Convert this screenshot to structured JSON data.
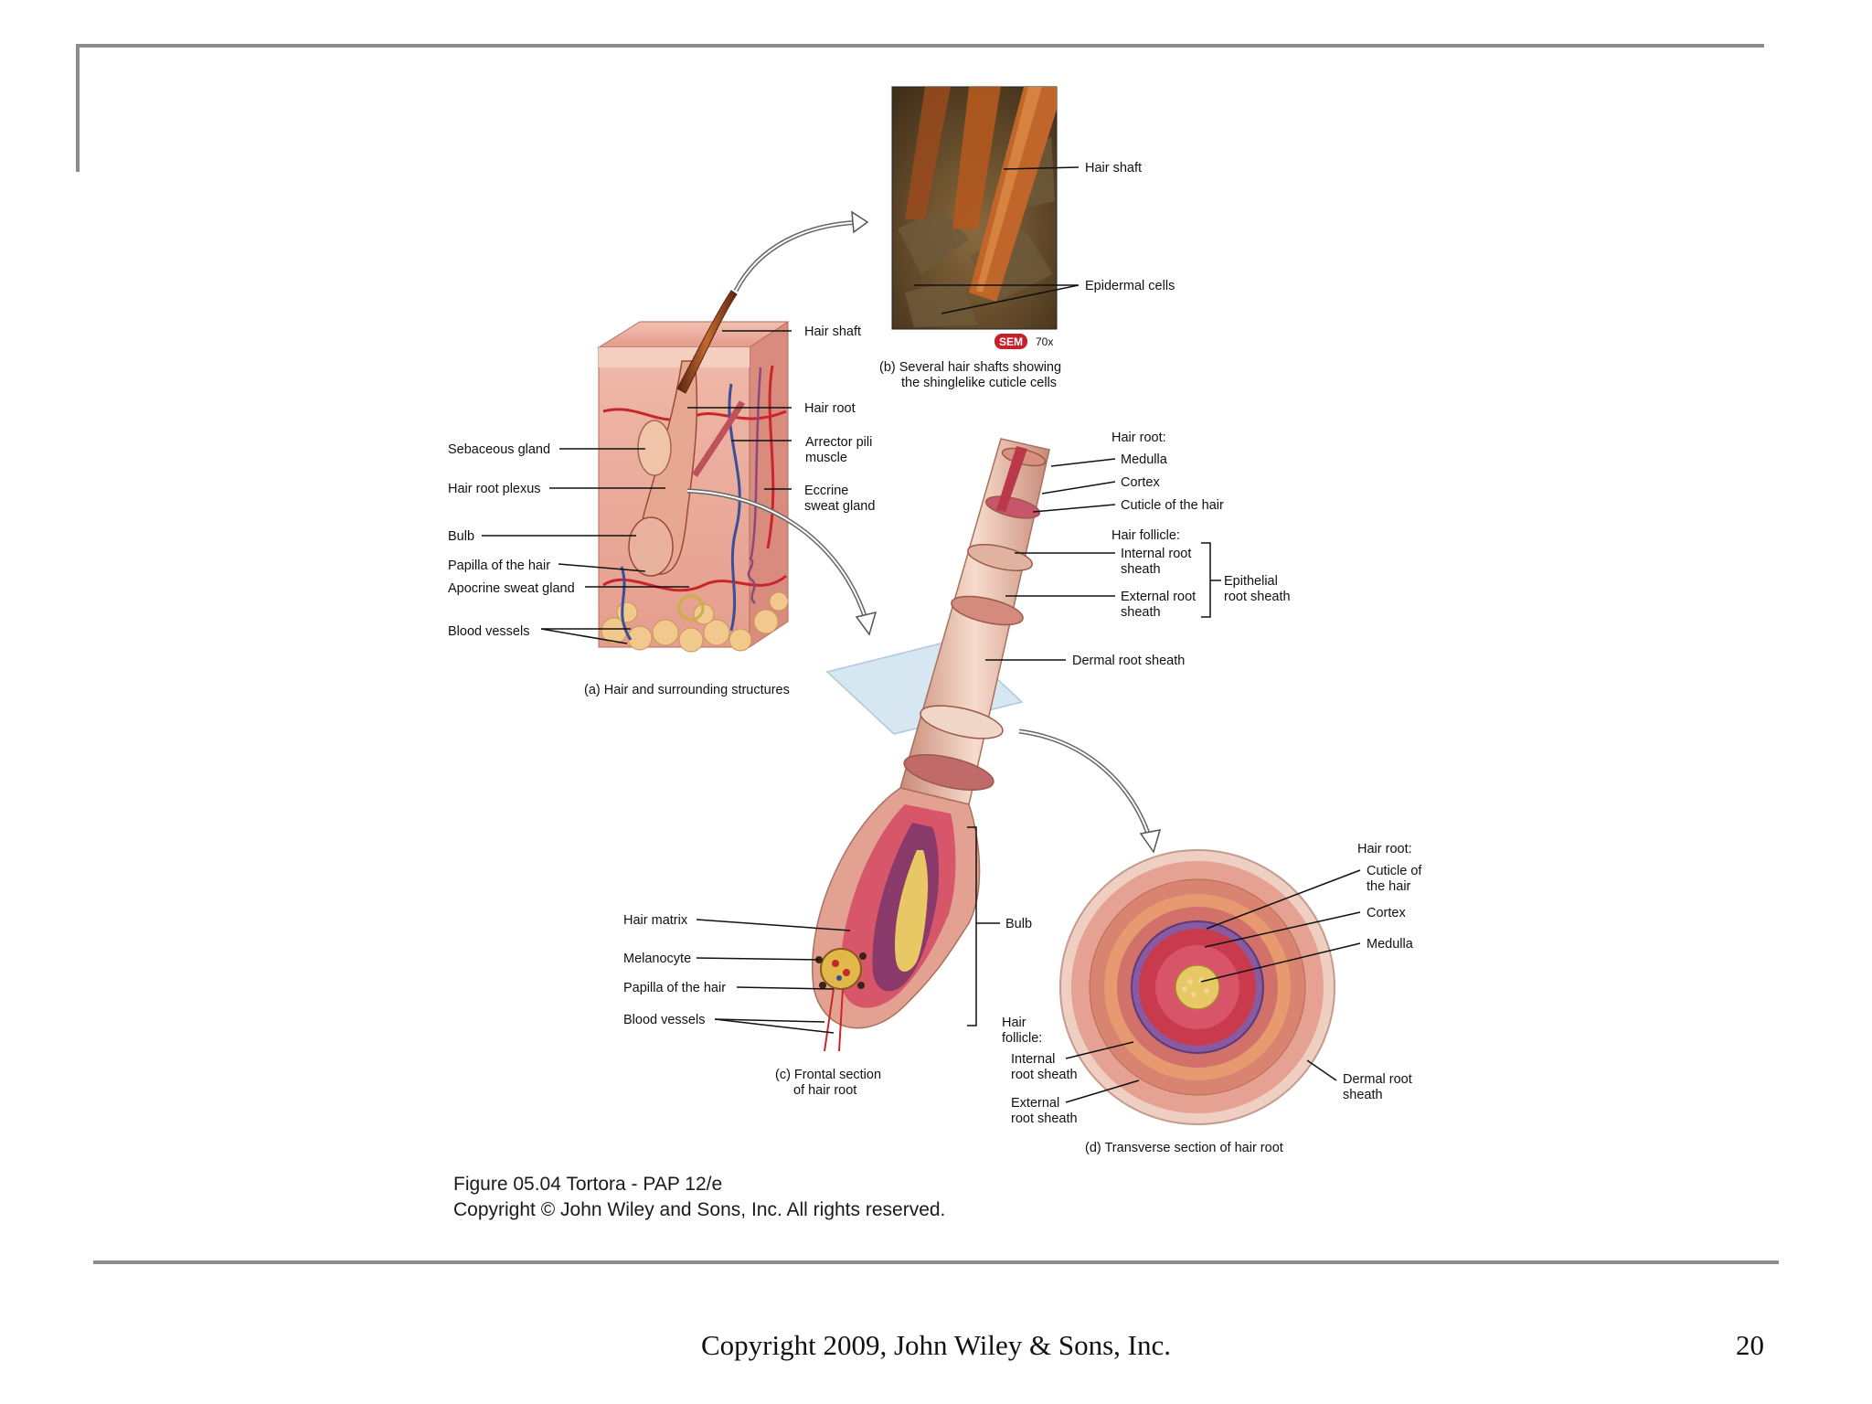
{
  "figure": {
    "panel_a": {
      "labels": {
        "hair_shaft": "Hair shaft",
        "hair_root": "Hair root",
        "arrector_1": "Arrector pili",
        "arrector_2": "muscle",
        "eccrine_1": "Eccrine",
        "eccrine_2": "sweat gland",
        "sebaceous": "Sebaceous gland",
        "plexus": "Hair root plexus",
        "bulb": "Bulb",
        "papilla": "Papilla of the hair",
        "apocrine": "Apocrine sweat gland",
        "vessels": "Blood vessels"
      },
      "caption": "(a) Hair and surrounding structures"
    },
    "panel_b": {
      "labels": {
        "hair_shaft": "Hair shaft",
        "epidermal": "Epidermal cells"
      },
      "badge": "SEM",
      "magnification": "70x",
      "caption_1": "(b) Several hair shafts showing",
      "caption_2": "the shinglelike cuticle cells"
    },
    "panel_c": {
      "labels": {
        "root_heading": "Hair root:",
        "medulla": "Medulla",
        "cortex": "Cortex",
        "cuticle": "Cuticle of the hair",
        "follicle_heading": "Hair follicle:",
        "internal_1": "Internal root",
        "internal_2": "sheath",
        "external_1": "External root",
        "external_2": "sheath",
        "epithelial_1": "Epithelial",
        "epithelial_2": "root sheath",
        "dermal": "Dermal root sheath",
        "matrix": "Hair matrix",
        "melanocyte": "Melanocyte",
        "papilla": "Papilla of the hair",
        "vessels": "Blood vessels",
        "bulb": "Bulb"
      },
      "caption_1": "(c) Frontal section",
      "caption_2": "of hair root"
    },
    "panel_d": {
      "labels": {
        "root_heading": "Hair root:",
        "cuticle_1": "Cuticle of",
        "cuticle_2": "the hair",
        "cortex": "Cortex",
        "medulla": "Medulla",
        "follicle_1": "Hair",
        "follicle_2": "follicle:",
        "internal_1": "Internal",
        "internal_2": "root sheath",
        "external_1": "External",
        "external_2": "root sheath",
        "dermal_1": "Dermal root",
        "dermal_2": "sheath"
      },
      "caption": "(d) Transverse section of hair root"
    },
    "colors": {
      "skin": "#e8a89a",
      "dermis": "#e9b7a6",
      "hair": "#8a3c1c",
      "vein": "#3a4f9a",
      "artery": "#c8262b",
      "fat": "#f0c78a",
      "sheath_pink": "#d98a8f",
      "cortex_red": "#c83a4c",
      "medulla_yellow": "#e8c865"
    }
  },
  "caption": {
    "line1": "Figure 05.04  Tortora - PAP 12/e",
    "line2": "Copyright © John Wiley and Sons, Inc. All rights reserved."
  },
  "footer": {
    "copyright": "Copyright 2009, John Wiley & Sons, Inc.",
    "page_number": "20"
  }
}
